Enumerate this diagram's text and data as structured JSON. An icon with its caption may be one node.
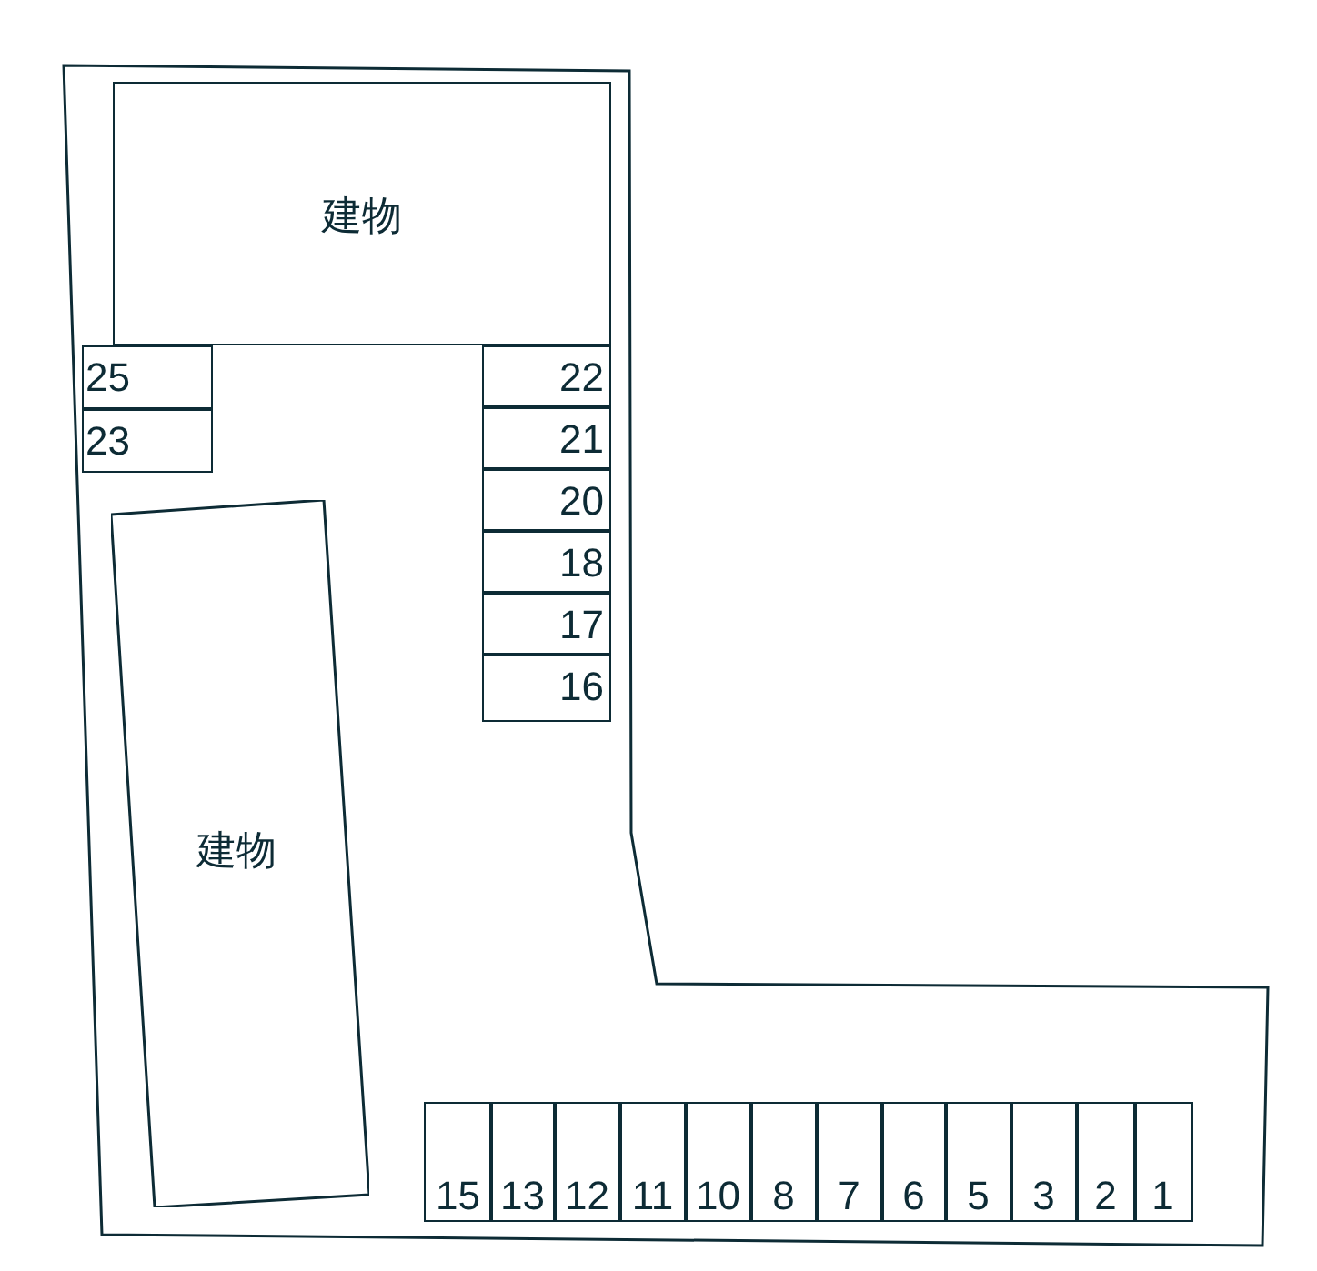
{
  "diagram": {
    "nodes": [
      {
        "text": [
          "建物"
        ]
      },
      {
        "text": [
          "25"
        ]
      },
      {
        "text": [
          "23"
        ]
      },
      {
        "text": [
          "22"
        ]
      },
      {
        "text": [
          "21"
        ]
      },
      {
        "text": [
          "20"
        ]
      },
      {
        "text": [
          "18"
        ]
      },
      {
        "text": [
          "17"
        ]
      },
      {
        "text": [
          "16"
        ]
      },
      {
        "text": [
          "建物"
        ]
      },
      {
        "text": [
          "15"
        ]
      },
      {
        "text": [
          "13"
        ]
      },
      {
        "text": [
          "12"
        ]
      },
      {
        "text": [
          "11"
        ]
      },
      {
        "text": [
          "10"
        ]
      },
      {
        "text": [
          "8"
        ]
      },
      {
        "text": [
          "7"
        ]
      },
      {
        "text": [
          "6"
        ]
      },
      {
        "text": [
          "5"
        ]
      },
      {
        "text": [
          "3"
        ]
      },
      {
        "text": [
          "2"
        ]
      },
      {
        "text": [
          "1"
        ]
      }
    ]
  }
}
